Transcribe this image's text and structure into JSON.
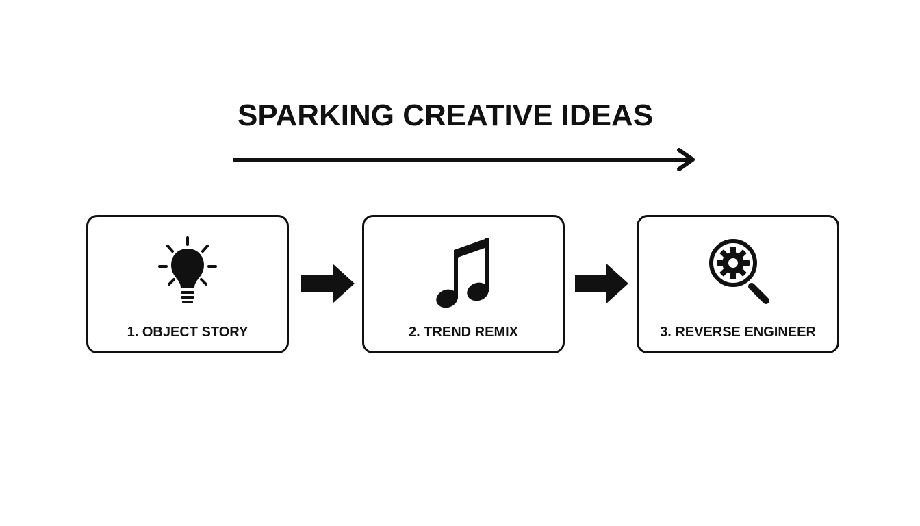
{
  "diagram": {
    "title": "SPARKING CREATIVE IDEAS",
    "steps": [
      {
        "label": "1. OBJECT STORY",
        "icon": "lightbulb-icon"
      },
      {
        "label": "2. TREND REMIX",
        "icon": "music-note-icon"
      },
      {
        "label": "3. REVERSE ENGINEER",
        "icon": "magnifier-gear-icon"
      }
    ]
  },
  "colors": {
    "foreground": "#111111",
    "background": "#ffffff"
  }
}
